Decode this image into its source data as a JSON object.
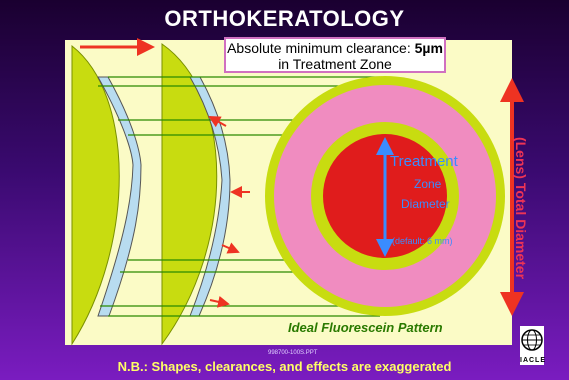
{
  "slide": {
    "title": "ORTHOKERATOLOGY",
    "callout_line1_prefix": "Absolute minimum clearance: ",
    "callout_value": "5µm",
    "callout_line2": "in Treatment Zone",
    "treatment_label": "Treatment",
    "zone_label": "Zone",
    "diameter_label": "Diameter",
    "default_label": "(default: 6 mm)",
    "total_diameter_label": "(Lens) Total Diameter",
    "pattern_label": "Ideal Fluorescein Pattern",
    "reference": "998700-100S.PPT",
    "note": "N.B.: Shapes, clearances, and effects are exaggerated",
    "logo_text": "IACLE"
  },
  "colors": {
    "background_top": "#1a0030",
    "background_bottom": "#7a1cc0",
    "panel": "#fbfbc6",
    "cornea_green": "#c8dc10",
    "lens_blue": "#b8dcf0",
    "pink_ring": "#f08cc0",
    "red_zone": "#e01c1c",
    "arrow_red": "#ee3322",
    "arrow_blue": "#3a8cff",
    "note_yellow": "#ffff66"
  },
  "icons": {
    "logo": "globe-icon"
  }
}
